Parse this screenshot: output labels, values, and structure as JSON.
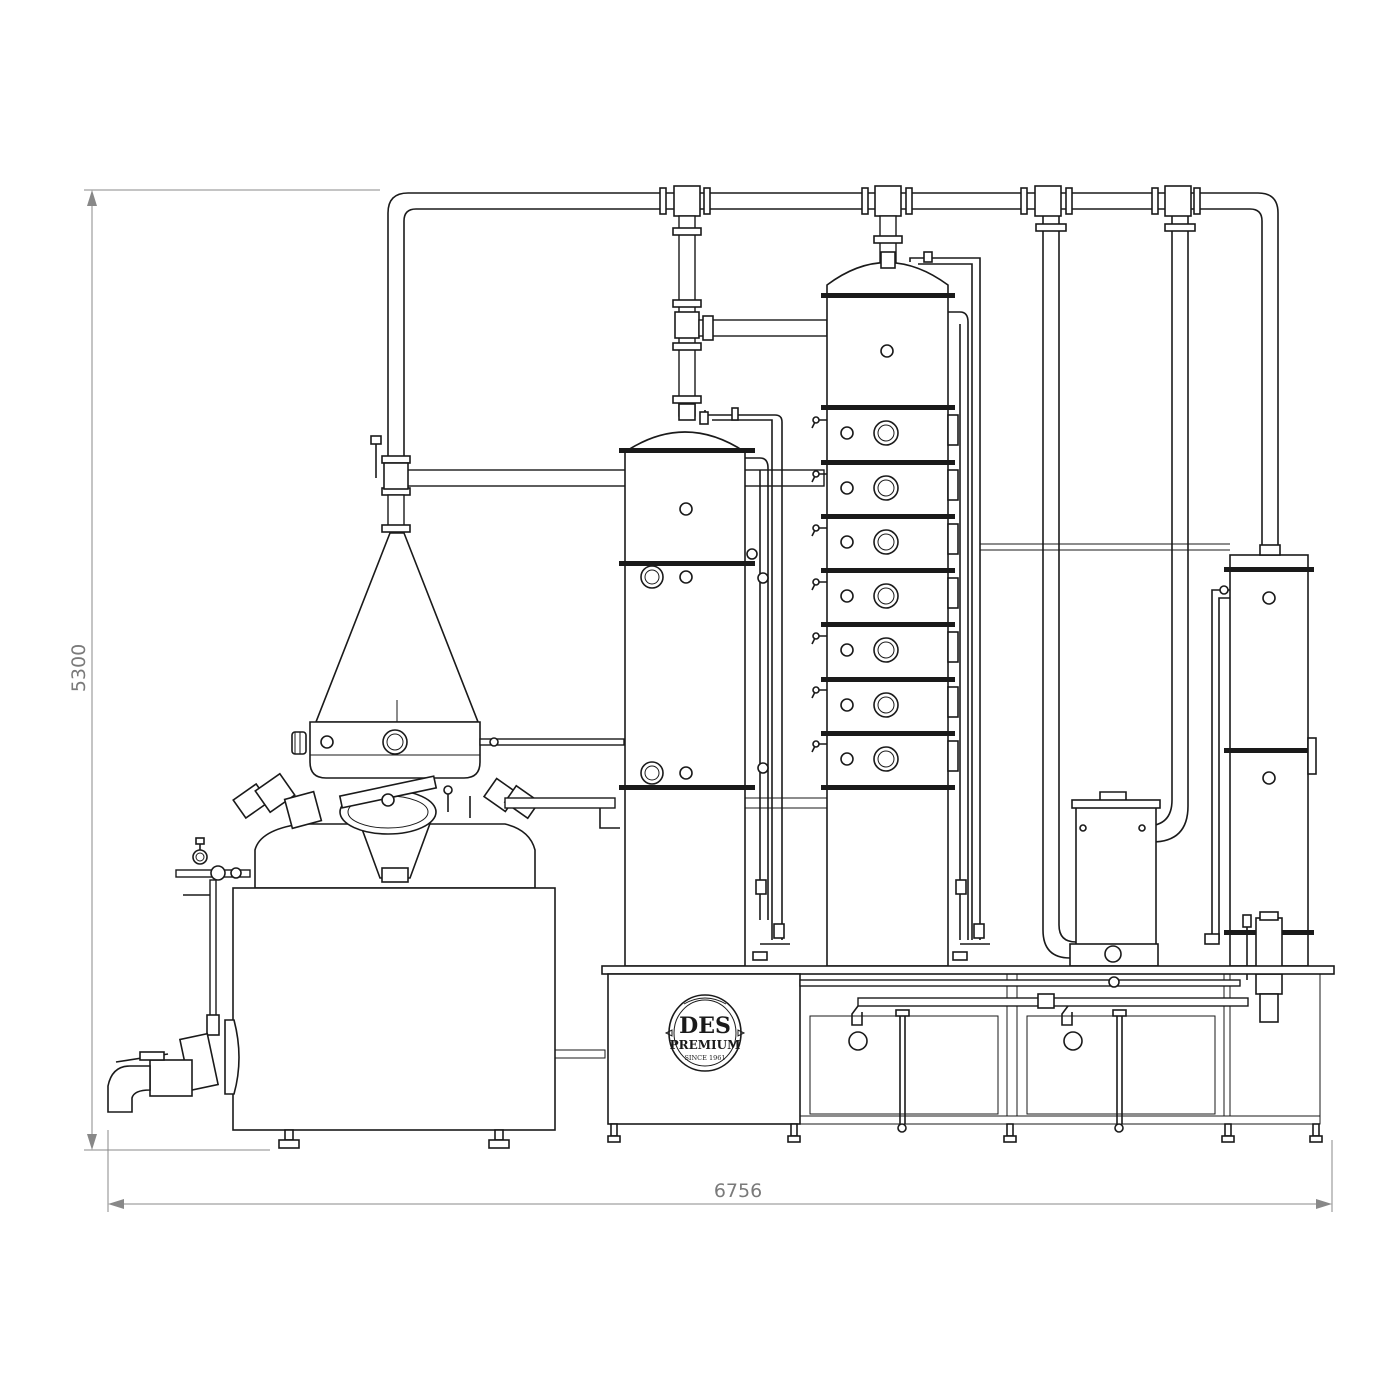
{
  "dimensions": {
    "height_label": "5300",
    "width_label": "6756"
  },
  "logo": {
    "brand": "DES",
    "line2": "PREMIUM",
    "line3": "SINCE 1961"
  },
  "colors": {
    "line": "#1a1a1a",
    "dimension": "#888888",
    "background": "#ffffff"
  }
}
